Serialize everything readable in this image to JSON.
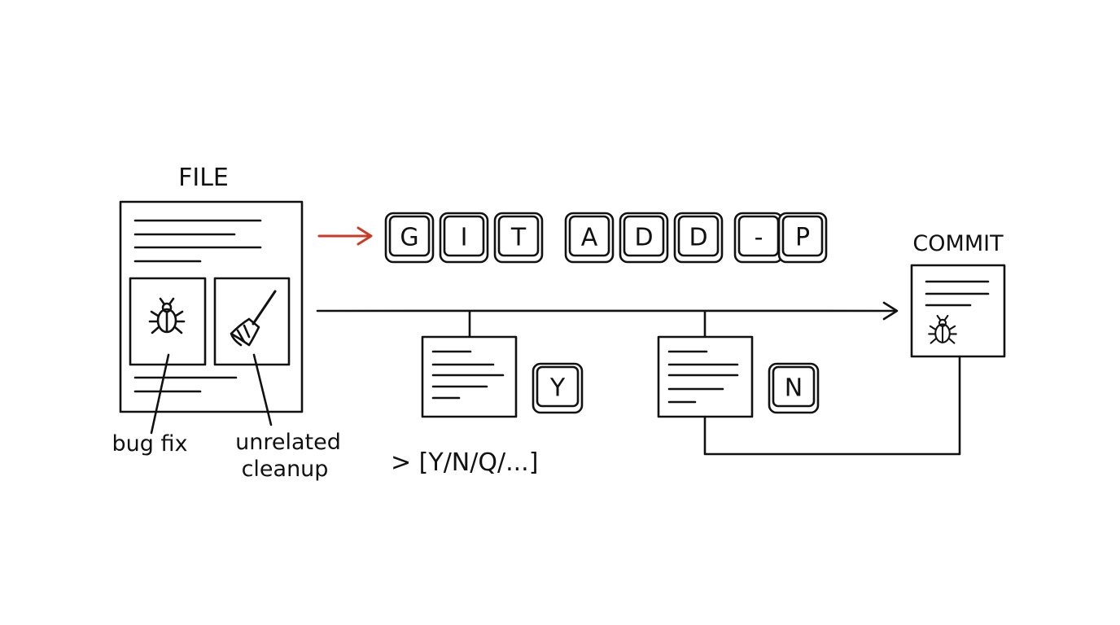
{
  "file": {
    "title": "FILE"
  },
  "labels": {
    "bug_fix": "bug fix",
    "unrelated_line1": "unrelated",
    "unrelated_line2": "cleanup"
  },
  "command": {
    "keys": [
      "G",
      "I",
      "T",
      "A",
      "D",
      "D",
      "-",
      "P"
    ]
  },
  "hunks": {
    "yes_key": "Y",
    "no_key": "N",
    "prompt": "> [Y/N/Q/...]"
  },
  "commit": {
    "title": "COMMIT"
  },
  "colors": {
    "ink": "#111111",
    "accent": "#cc3a26",
    "background": "#ffffff"
  },
  "icons": [
    "bug-icon",
    "broom-icon",
    "arrow-right-icon"
  ]
}
